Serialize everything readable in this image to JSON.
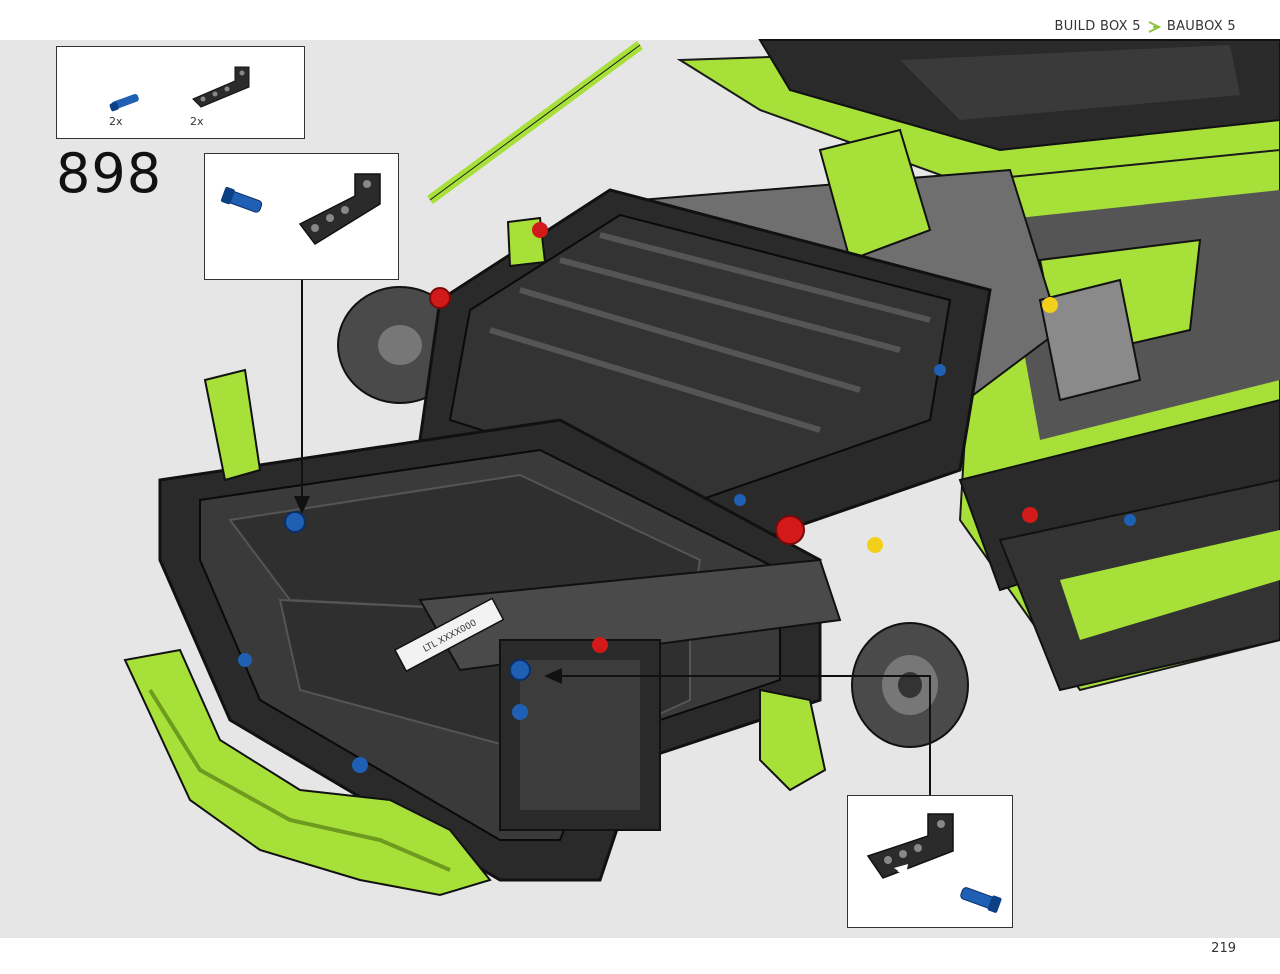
{
  "header": {
    "build_box_en": "BUILD BOX 5",
    "build_box_de": "BAUBOX 5",
    "separator_color": "#8cc63f"
  },
  "parts_list": {
    "items": [
      {
        "name": "blue-pin-icon",
        "quantity": "2x",
        "color": "#1f5fb4"
      },
      {
        "name": "black-angled-beam-icon",
        "quantity": "2x",
        "color": "#2b2b2b"
      }
    ]
  },
  "step": {
    "number": "898"
  },
  "plate": {
    "text": "LTL XXXX000"
  },
  "footer": {
    "page_number": "219"
  },
  "colors": {
    "accent_lime": "#a8e03a",
    "dark_part": "#2a2a2a",
    "grey_part": "#7b7b7b",
    "pin_blue": "#1f5fb4",
    "pin_red": "#d21a1a",
    "background": "#e6e6e6"
  }
}
